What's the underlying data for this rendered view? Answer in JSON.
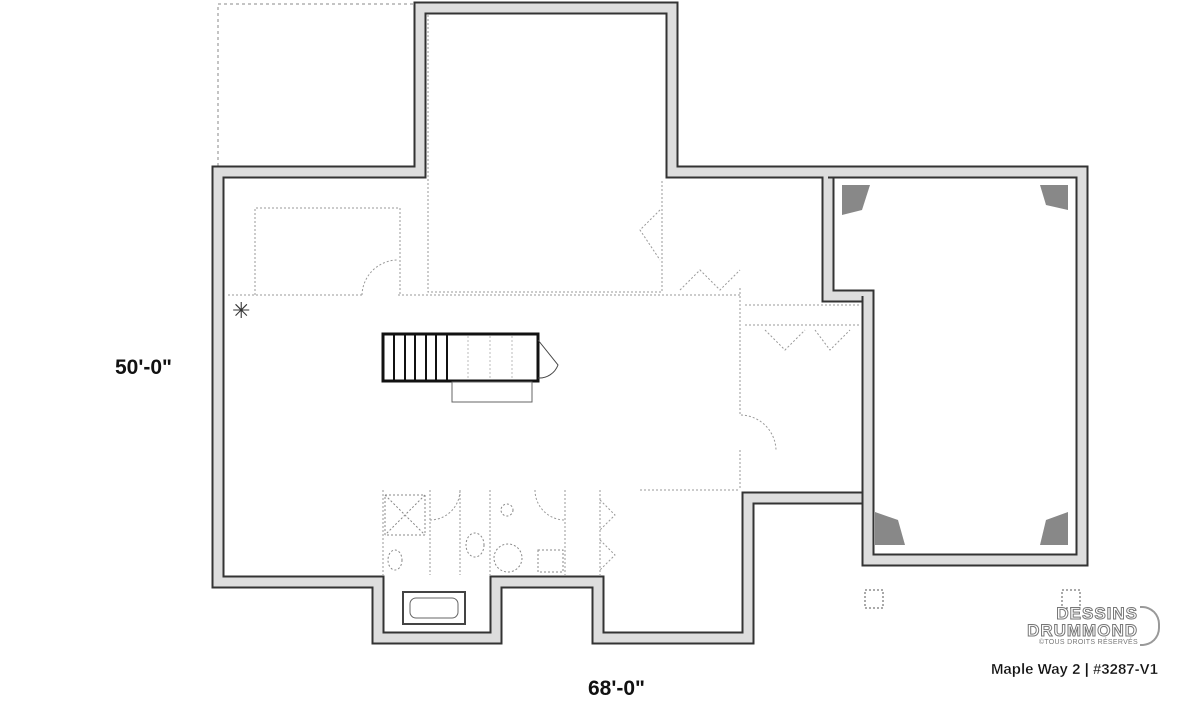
{
  "dimensions": {
    "depth": "50'-0\"",
    "width": "68'-0\""
  },
  "logo": {
    "line1": "DESSINS",
    "line2": "DRUMMOND",
    "rights": "©TOUS DROITS RÉSERVÉS"
  },
  "plan_name": "Maple Way 2 | #3287-V1",
  "colors": {
    "wall": "#333333",
    "fill": "#d8d8d8",
    "dashed": "#888888"
  }
}
